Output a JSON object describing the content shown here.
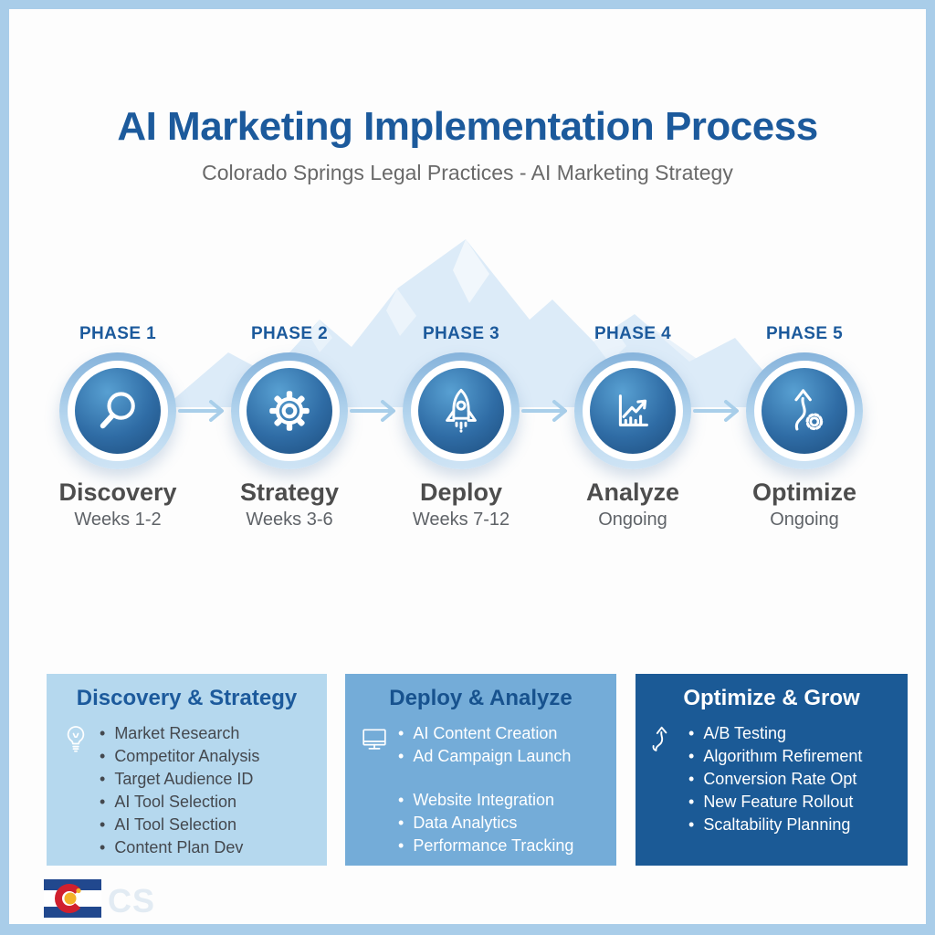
{
  "header": {
    "title": "AI Marketing Implementation Process",
    "subtitle": "Colorado Springs Legal Practices - AI Marketing Strategy"
  },
  "phases": [
    {
      "label": "PHASE 1",
      "name": "Discovery",
      "duration": "Weeks 1-2",
      "icon": "magnifier-icon"
    },
    {
      "label": "PHASE 2",
      "name": "Strategy",
      "duration": "Weeks 3-6",
      "icon": "gear-icon"
    },
    {
      "label": "PHASE 3",
      "name": "Deploy",
      "duration": "Weeks 7-12",
      "icon": "rocket-icon"
    },
    {
      "label": "PHASE 4",
      "name": "Analyze",
      "duration": "Ongoing",
      "icon": "growth-chart-icon"
    },
    {
      "label": "PHASE 5",
      "name": "Optimize",
      "duration": "Ongoing",
      "icon": "optimize-arrow-gear-icon"
    }
  ],
  "cards": [
    {
      "title": "Discovery & Strategy",
      "icon": "lightbulb-icon",
      "item_groups": [
        [
          "Market Research",
          "Competitor Analysis",
          "Target Audience ID",
          "AI Tool Selection",
          "AI Tool Selection",
          "Content Plan Dev"
        ]
      ]
    },
    {
      "title": "Deploy & Analyze",
      "icon": "monitor-icon",
      "item_groups": [
        [
          "AI Content Creation",
          "Ad Campaign Launch"
        ],
        [
          "Website Integration",
          "Data Analytics",
          "Performance Tracking"
        ]
      ]
    },
    {
      "title": "Optimize & Grow",
      "icon": "growth-arrow-icon",
      "item_groups": [
        [
          "A/B Testing",
          "Algorithım Refirement",
          "Conversion Rate Opt",
          "New Feature Rollout",
          "Scaltability Planning"
        ]
      ]
    }
  ],
  "footer": {
    "logo": "colorado-flag",
    "watermark": "CS"
  },
  "colors": {
    "primary_blue": "#1c5a9c",
    "subtitle_gray": "#696969",
    "circle_blue": "#2f6ca5",
    "arrow_blue": "#a9cfea",
    "mountain_blue": "#dcebf8",
    "card_light_bg": "#b5d8ee",
    "card_medium_bg": "#74acd8",
    "card_dark_bg": "#1b5a96",
    "border_blue": "#a9cde9",
    "flag_blue": "#21488e",
    "flag_red": "#d0202e",
    "flag_gold": "#f3b228"
  }
}
